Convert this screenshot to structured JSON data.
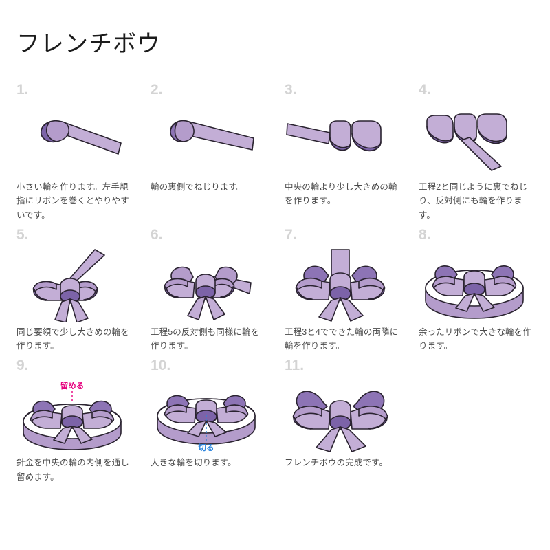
{
  "title": "フレンチボウ",
  "colors": {
    "ribbon_light": "#c3aed6",
    "ribbon_mid": "#b49ccb",
    "ribbon_dark": "#8d74b5",
    "ribbon_deep": "#7c63a8",
    "outline": "#2a2330",
    "step_number": "#d4d4d4",
    "caption_text": "#4a4a4a",
    "label_fasten": "#e6007e",
    "label_cut": "#2e86de"
  },
  "steps": [
    {
      "number": "1.",
      "caption": "小さい輪を作ります。左手親\n指にリボンを巻くとやりやす\nいです。",
      "figure": "ribbon-single-loop"
    },
    {
      "number": "2.",
      "caption": "輪の裏側でねじります。",
      "figure": "ribbon-twisted-loop"
    },
    {
      "number": "3.",
      "caption": "中央の輪より少し大きめの輪\nを作ります。",
      "figure": "ribbon-two-loops"
    },
    {
      "number": "4.",
      "caption": "工程2と同じように裏でねじ\nり、反対側にも輪を作りま\nす。",
      "figure": "ribbon-three-loops"
    },
    {
      "number": "5.",
      "caption": "同じ要領で少し大きめの輪を\n作ります。",
      "figure": "bow-with-diagonal-tail"
    },
    {
      "number": "6.",
      "caption": "工程5の反対側も同様に輪を\n作ります。",
      "figure": "bow-with-side-tail"
    },
    {
      "number": "7.",
      "caption": "工程3と4でできた輪の両隣に\n輪を作ります。",
      "figure": "bow-full-with-top-tail"
    },
    {
      "number": "8.",
      "caption": "余ったリボンで大きな輪を作\nります。",
      "figure": "bow-on-big-loop"
    },
    {
      "number": "9.",
      "caption": "針金を中央の輪の内側を通し\n留めます。",
      "figure": "bow-on-big-loop-fasten",
      "annotation": {
        "text": "留める",
        "color": "#e6007e"
      }
    },
    {
      "number": "10.",
      "caption": "大きな輪を切ります。",
      "figure": "bow-on-big-loop-cut",
      "annotation": {
        "text": "切る",
        "color": "#2e86de"
      }
    },
    {
      "number": "11.",
      "caption": "フレンチボウの完成です。",
      "figure": "finished-bow"
    }
  ]
}
